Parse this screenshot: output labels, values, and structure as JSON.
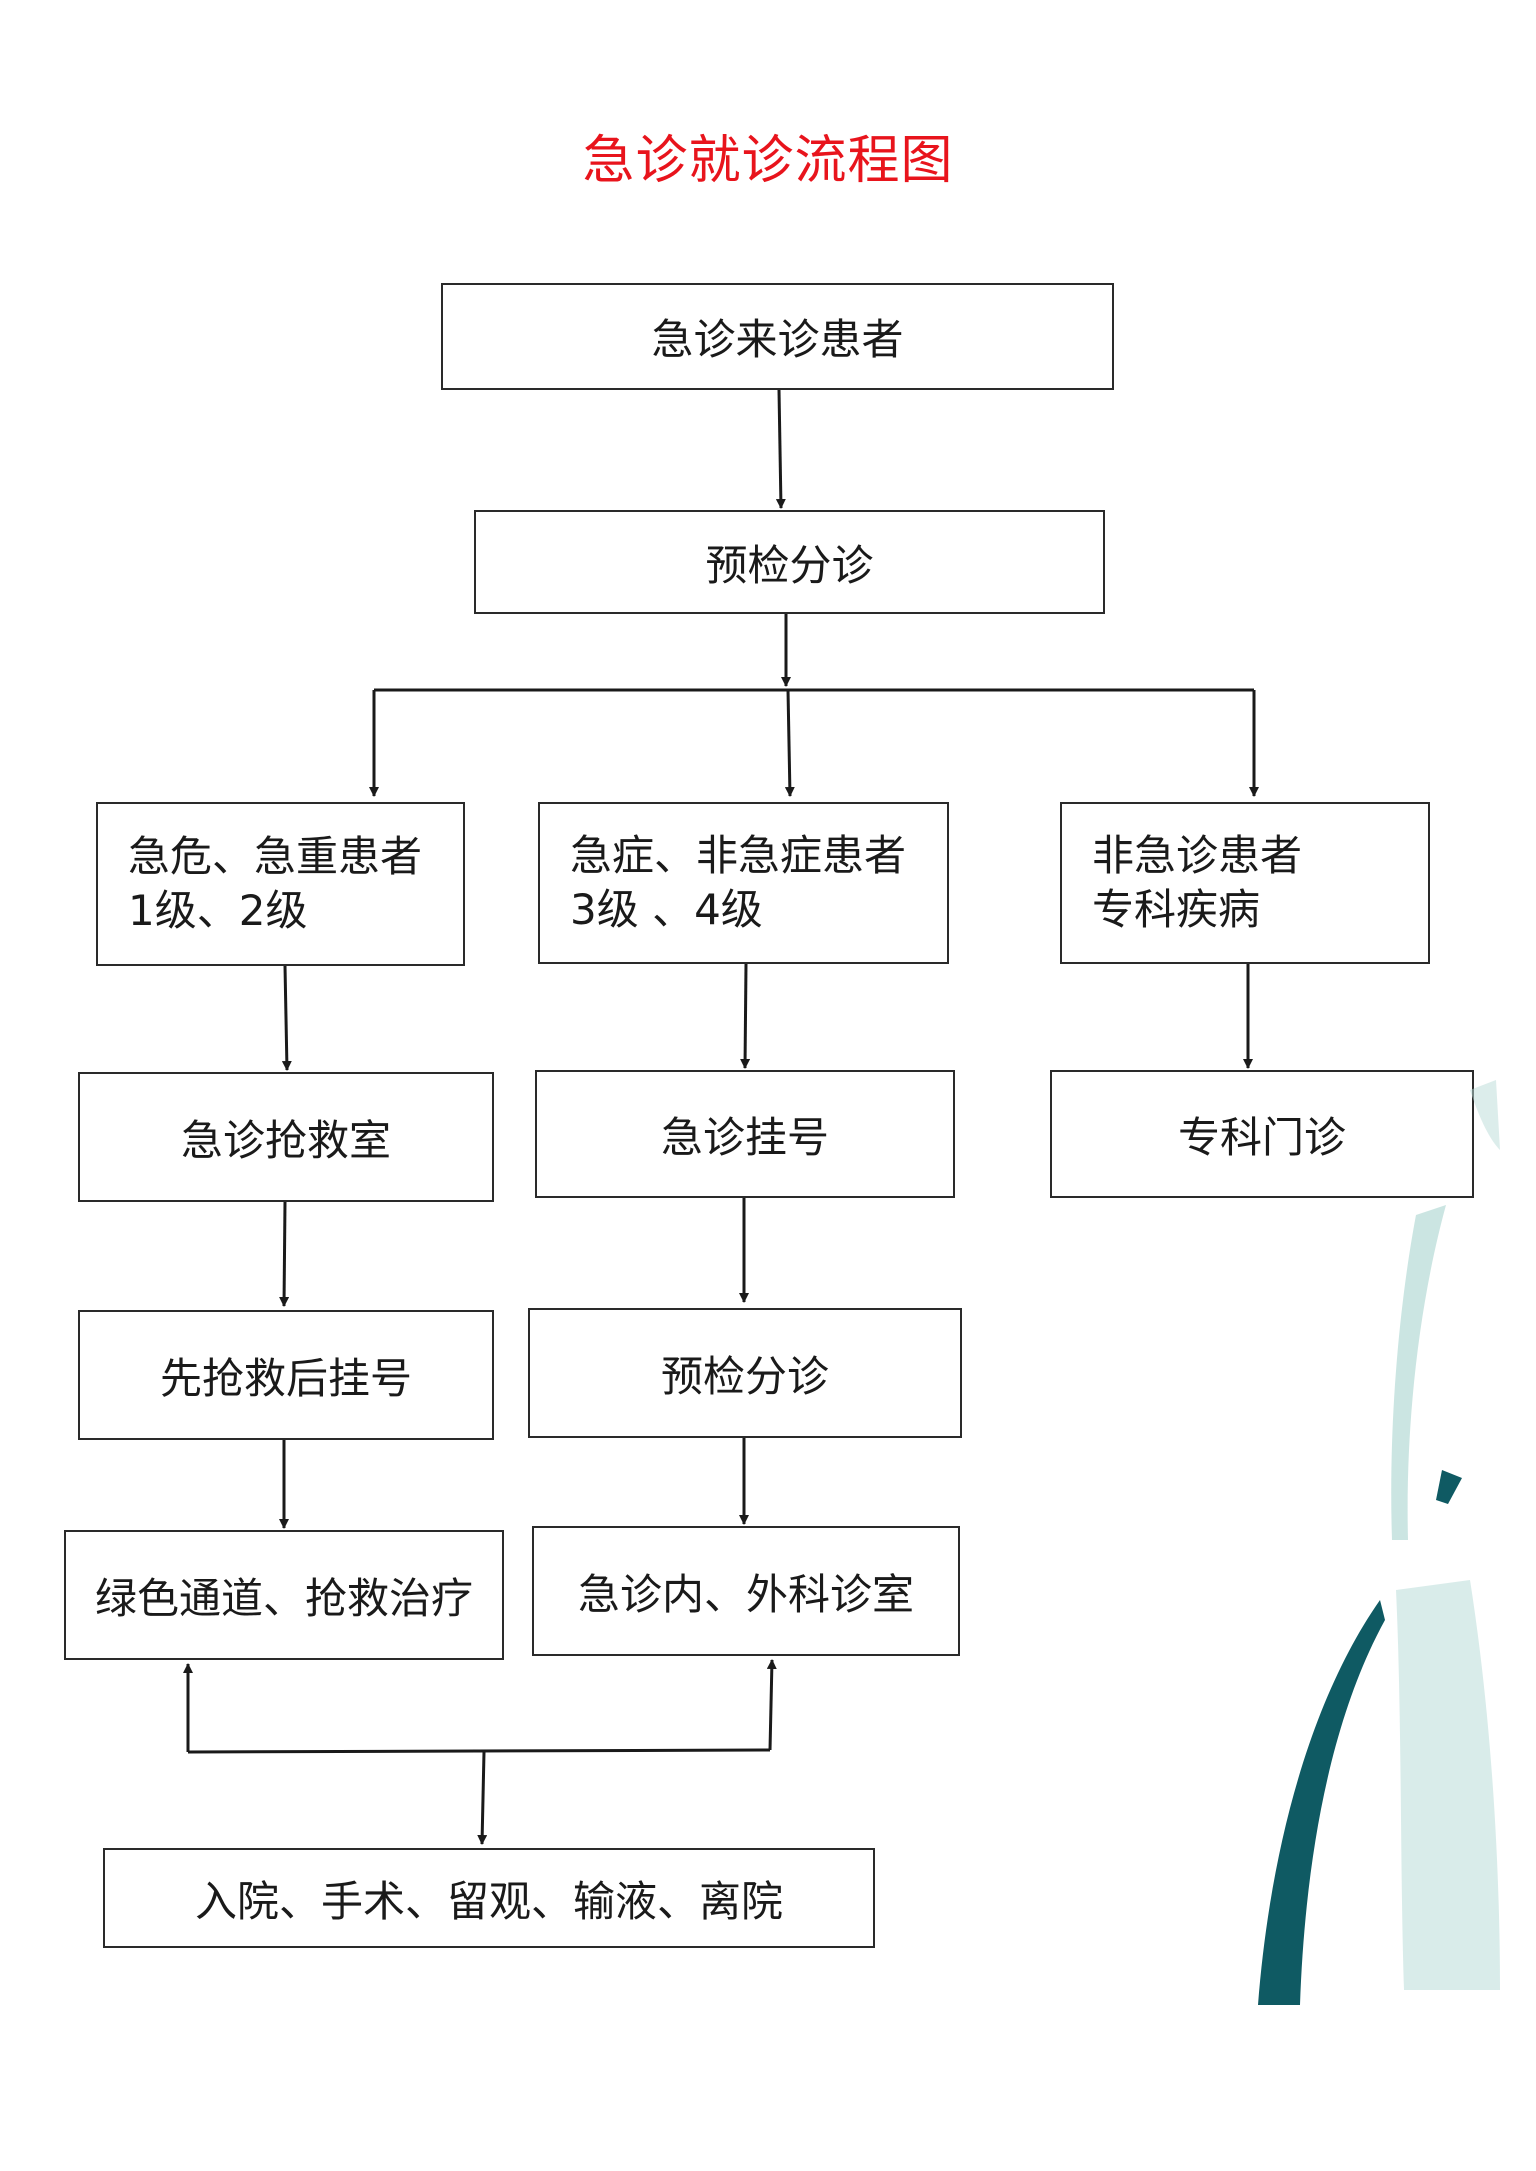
{
  "title": "急诊就诊流程图",
  "nodes": {
    "n1": "急诊来诊患者",
    "n2": "预检分诊",
    "n3a_line1": "急危、急重患者",
    "n3a_line2": "1级、2级",
    "n3b_line1": "急症、非急症患者",
    "n3b_line2": "3级 、4级",
    "n3c_line1": "非急诊患者",
    "n3c_line2": "专科疾病",
    "n4a": "急诊抢救室",
    "n4b": "急诊挂号",
    "n4c": "专科门诊",
    "n5a": "先抢救后挂号",
    "n5b": "预检分诊",
    "n6a": "绿色通道、抢救治疗",
    "n6b": "急诊内、外科诊室",
    "n7": "入院、手术、留观、输液、离院"
  },
  "colors": {
    "title": "#e8141c",
    "line": "#1a1a1a",
    "deco_dark": "#0f5a63",
    "deco_light": "#b9dcd8"
  }
}
